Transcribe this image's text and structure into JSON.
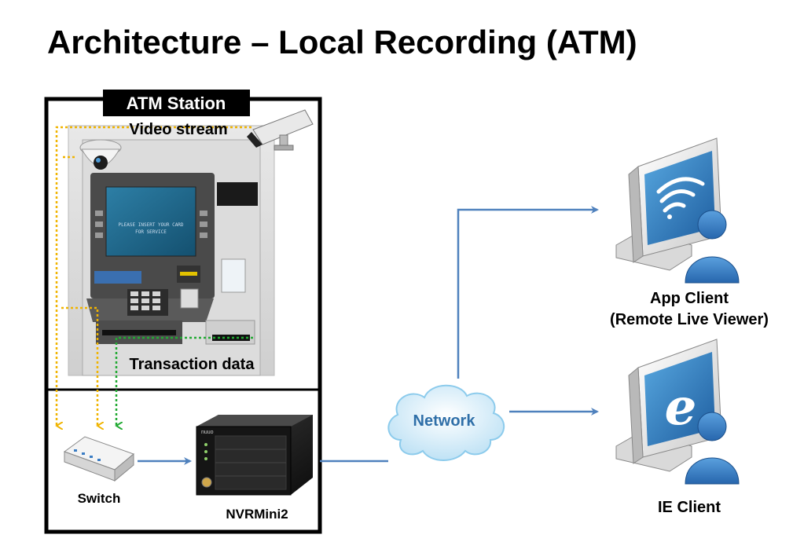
{
  "title": "Architecture – Local Recording (ATM)",
  "atm_station": {
    "label": "ATM Station",
    "video_stream_label": "Video stream",
    "transaction_data_label": "Transaction data",
    "switch_label": "Switch",
    "nvr_label": "NVRMini2",
    "nvr_brand": "nuuo"
  },
  "network": {
    "label": "Network"
  },
  "clients": [
    {
      "name": "App Client",
      "subtitle": "(Remote Live Viewer)",
      "icon": "wifi-icon"
    },
    {
      "name": "IE Client",
      "subtitle": "",
      "icon": "internet-explorer-icon"
    }
  ],
  "colors": {
    "arrow": "#4f81bd",
    "video_stream": "#f0b400",
    "transaction_data": "#22aa33",
    "label_bg": "#000000",
    "label_fg": "#ffffff",
    "user_blue": "#2f6fb3"
  }
}
